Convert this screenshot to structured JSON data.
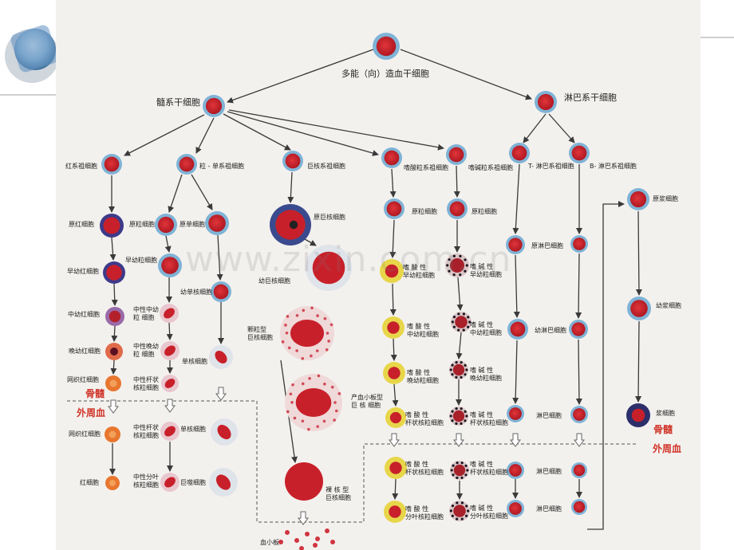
{
  "root": {
    "label": "多能（向）造血干细胞"
  },
  "stems": {
    "myeloid": "髓系干细胞",
    "lymphoid": "淋巴系干细胞"
  },
  "progenitors": {
    "erythroid": "红系祖细胞",
    "granulocyte_monocyte": "粒 - 单系祖细胞",
    "megakaryocyte": "巨核系祖细胞",
    "eosinophil": "嗜酸粒系祖细胞",
    "basophil": "嗜碱粒系祖细胞",
    "t_lymph": "T- 淋巴系祖细胞",
    "b_lymph": "B- 淋巴系祖细胞"
  },
  "erythroid": [
    "原红细胞",
    "早幼红细胞",
    "中幼红细胞",
    "晚幼红细胞",
    "网织红细胞",
    "网织红细胞",
    "红细胞"
  ],
  "granulocyte": [
    "原粒细胞",
    "早幼粒细胞",
    "中性中幼\n粒 细胞",
    "中性晚幼\n粒 细胞",
    "中性杆状\n核粒细胞",
    "中性杆状\n核粒细胞",
    "中性分叶\n核粒细胞"
  ],
  "monocyte": [
    "原单细胞",
    "幼单核细胞",
    "单核细胞",
    "单核细胞",
    "巨噬细胞"
  ],
  "megakaryocyte": [
    "原巨核细胞",
    "幼巨核细胞",
    "颗粒型\n巨核细胞",
    "产血小板型\n巨 核 细胞",
    "裸 核 型\n巨核细胞",
    "血小板"
  ],
  "eosinophil": [
    "原粒细胞",
    "嗜 酸 性\n早幼粒细胞",
    "嗜 酸 性\n中幼粒细胞",
    "嗜 酸 性\n晚幼粒细胞",
    "嗜 酸 性\n杆状核粒细胞",
    "嗜 酸 性\n杆状核粒细胞",
    "嗜 酸 性\n分叶核粒细胞"
  ],
  "basophil": [
    "原粒细胞",
    "嗜 碱 性\n早幼粒细胞",
    "嗜 碱 性\n中幼粒细胞",
    "嗜 碱 性\n晚幼粒细胞",
    "嗜 碱 性\n杆状核粒细胞",
    "嗜 碱 性\n杆状核粒细胞",
    "嗜 碱 性\n分叶核粒细胞"
  ],
  "lymph": [
    "原淋巴细胞",
    "幼淋巴细胞",
    "淋巴细胞",
    "淋巴细胞",
    "淋巴细胞"
  ],
  "plasma": [
    "原浆细胞",
    "幼浆细胞",
    "浆细胞"
  ],
  "zones": {
    "bone_marrow": "骨髓",
    "peripheral_blood": "外周血"
  },
  "watermark": "www.zixin.com.cn",
  "colors": {
    "cell_red": "#c8202a",
    "cell_ring": "#7fb3d6",
    "zone_label": "#d0352a",
    "arrow": "#3a3a3a",
    "background": "#f3f1ee"
  }
}
